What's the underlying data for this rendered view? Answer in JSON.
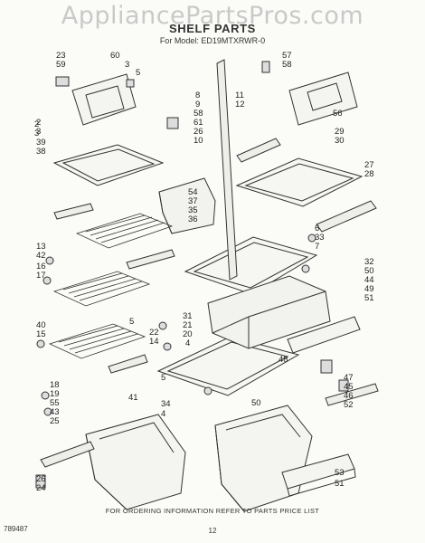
{
  "watermark": "AppliancePartsPros.com",
  "title": "SHELF PARTS",
  "model_line": "For Model: ED19MTXRWR-0",
  "footer_note": "FOR ORDERING INFORMATION REFER TO PARTS PRICE LIST",
  "diagram_number": "789487",
  "page_number": "12",
  "callouts": [
    "23",
    "59",
    "60",
    "3",
    "5",
    "57",
    "58",
    "8",
    "9",
    "11",
    "12",
    "58",
    "61",
    "26",
    "10",
    "56",
    "2",
    "3",
    "39",
    "38",
    "29",
    "30",
    "27",
    "28",
    "54",
    "37",
    "35",
    "36",
    "6",
    "33",
    "7",
    "13",
    "42",
    "16",
    "17",
    "32",
    "50",
    "44",
    "49",
    "51",
    "40",
    "15",
    "5",
    "22",
    "31",
    "21",
    "20",
    "14",
    "4",
    "48",
    "47",
    "45",
    "46",
    "52",
    "18",
    "19",
    "55",
    "43",
    "25",
    "41",
    "5",
    "34",
    "4",
    "50",
    "53",
    "51",
    "26",
    "24",
    "2",
    "3"
  ]
}
